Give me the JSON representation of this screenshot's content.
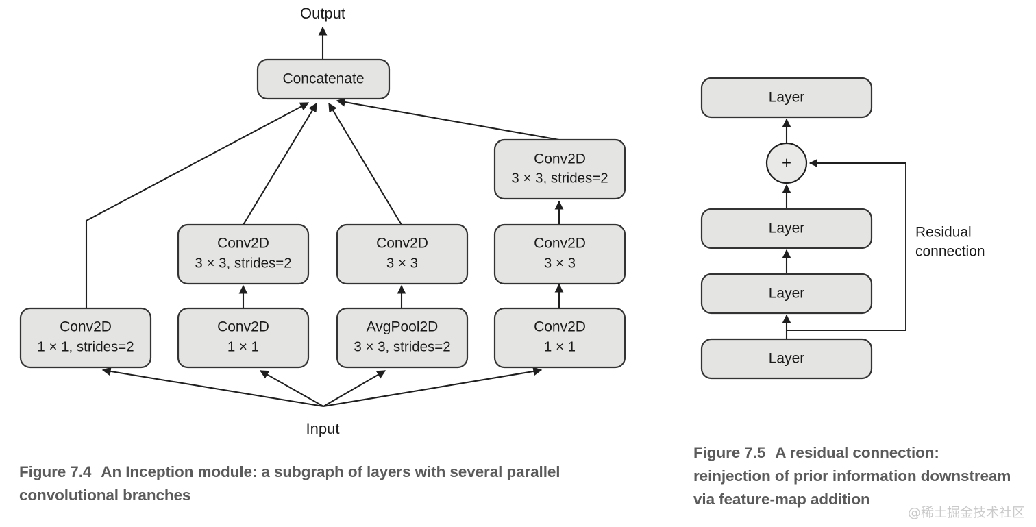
{
  "figure_inception": {
    "caption_number": "Figure 7.4",
    "caption_text": "An Inception module: a subgraph of layers with several parallel convolutional branches",
    "output_label": "Output",
    "input_label": "Input",
    "concatenate_label": "Concatenate",
    "nodes": {
      "concatenate": {
        "line1": "Concatenate",
        "line2": ""
      },
      "branch1_bottom": {
        "line1": "Conv2D",
        "line2": "1 × 1, strides=2"
      },
      "branch2_bottom": {
        "line1": "Conv2D",
        "line2": "1 × 1"
      },
      "branch2_top": {
        "line1": "Conv2D",
        "line2": "3 × 3, strides=2"
      },
      "branch3_bottom": {
        "line1": "AvgPool2D",
        "line2": "3 × 3, strides=2"
      },
      "branch3_top": {
        "line1": "Conv2D",
        "line2": "3 × 3"
      },
      "branch4_bottom": {
        "line1": "Conv2D",
        "line2": "1 × 1"
      },
      "branch4_mid": {
        "line1": "Conv2D",
        "line2": "3 × 3"
      },
      "branch4_top": {
        "line1": "Conv2D",
        "line2": "3 × 3, strides=2"
      }
    }
  },
  "figure_residual": {
    "caption_number": "Figure 7.5",
    "caption_text": "A residual connection: reinjection of prior information downstream via feature-map addition",
    "annotation": "Residual\nconnection",
    "annotation_line1": "Residual",
    "annotation_line2": "connection",
    "add_symbol": "+",
    "nodes": {
      "layer_top": "Layer",
      "layer_second": "Layer",
      "layer_third": "Layer",
      "layer_bottom": "Layer"
    }
  },
  "watermark": "@稀土掘金技术社区",
  "colors": {
    "box_fill": "#e4e4e2",
    "box_stroke": "#333333",
    "edge": "#1f1f1f",
    "caption_text": "#5b5b5b",
    "page_background": "#ffffff"
  }
}
